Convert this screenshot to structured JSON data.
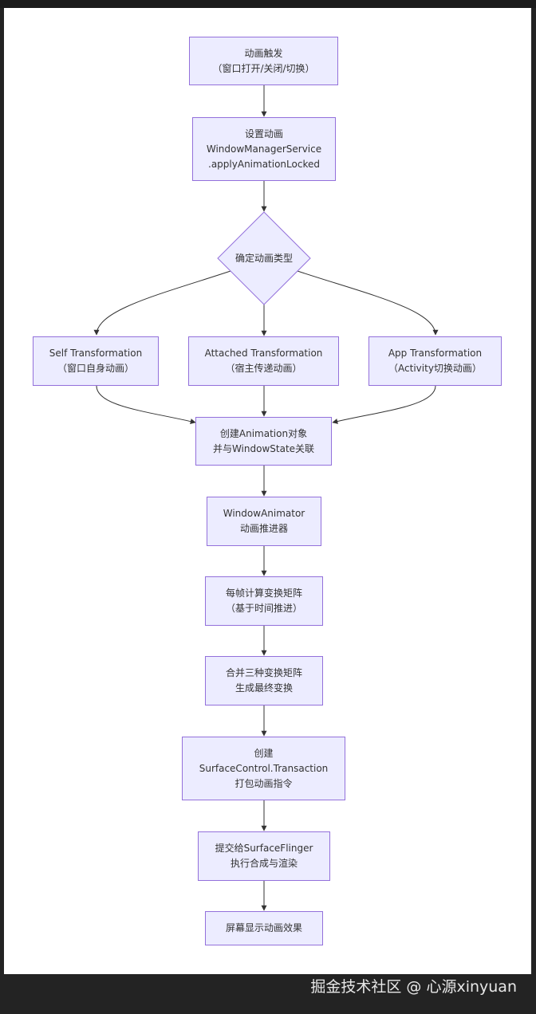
{
  "nodes": {
    "trigger": {
      "line1": "动画触发",
      "line2": "（窗口打开/关闭/切换）"
    },
    "setup": {
      "line1": "设置动画",
      "line2": "WindowManagerService",
      "line3": ".applyAnimationLocked"
    },
    "decision": {
      "label": "确定动画类型"
    },
    "self": {
      "line1": "Self Transformation",
      "line2": "（窗口自身动画）"
    },
    "attached": {
      "line1": "Attached Transformation",
      "line2": "（宿主传递动画）"
    },
    "app": {
      "line1": "App Transformation",
      "line2": "（Activity切换动画）"
    },
    "create_anim": {
      "line1": "创建Animation对象",
      "line2": "并与WindowState关联"
    },
    "animator": {
      "line1": "WindowAnimator",
      "line2": "动画推进器"
    },
    "per_frame": {
      "line1": "每帧计算变换矩阵",
      "line2": "（基于时间推进）"
    },
    "merge": {
      "line1": "合并三种变换矩阵",
      "line2": "生成最终变换"
    },
    "transaction": {
      "line1": "创建",
      "line2": "SurfaceControl.Transaction",
      "line3": "打包动画指令"
    },
    "submit": {
      "line1": "提交给SurfaceFlinger",
      "line2": "执行合成与渲染"
    },
    "display": {
      "line1": "屏幕显示动画效果"
    }
  },
  "watermark": "掘金技术社区 @ 心源xinyuan",
  "colors": {
    "node_fill": "#ececff",
    "node_border": "#9370db",
    "edge": "#333333",
    "background": "#ffffff"
  }
}
